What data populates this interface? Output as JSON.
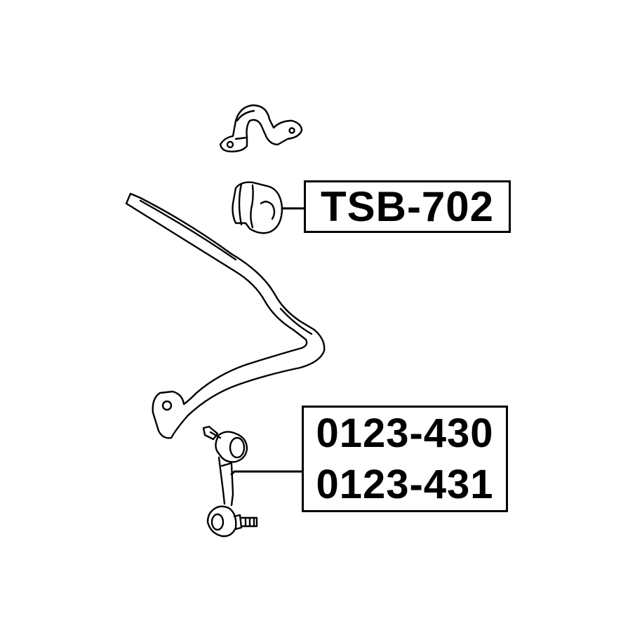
{
  "labels": {
    "bushing": "TSB-702",
    "link_left": "0123-430",
    "link_right": "0123-431"
  },
  "colors": {
    "line": "#000000",
    "background": "#ffffff"
  }
}
